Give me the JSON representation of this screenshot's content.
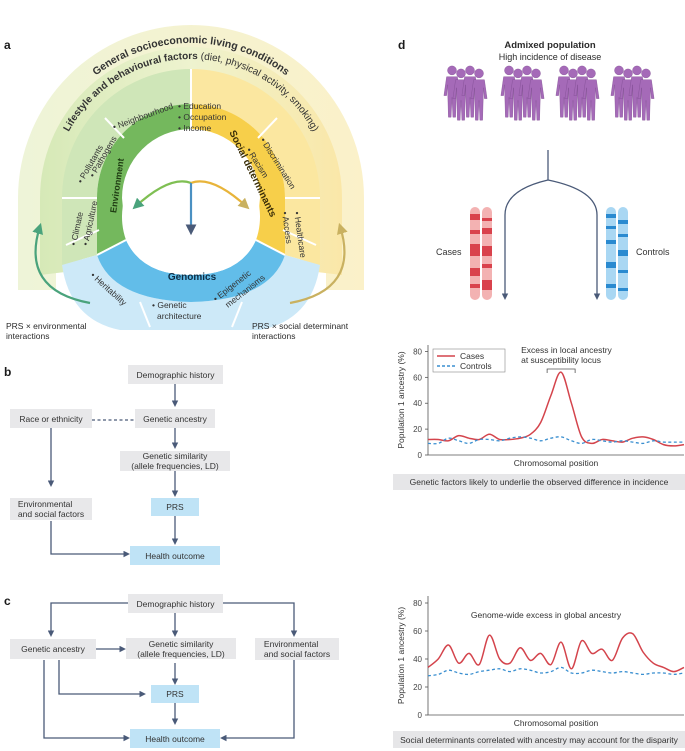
{
  "panels": {
    "a": "a",
    "b": "b",
    "c": "c",
    "d": "d"
  },
  "a": {
    "ring_outer": "General socioeconomic living conditions",
    "ring_lifestyle_bold": "Lifestyle and behavioural factors",
    "ring_lifestyle_rest": "(diet, physical activity, smoking)",
    "environment": "Environment",
    "social_determinants": "Social determinants",
    "genomics": "Genomics",
    "env_items": {
      "neighbourhood": "Neighbourhood",
      "pollutants": "Pollutants",
      "pathogens": "Pathogens",
      "climate": "Climate",
      "agriculture": "Agriculture"
    },
    "social_items": {
      "education": "Education",
      "occupation": "Occupation",
      "income": "Income",
      "discrimination": "Discrimination",
      "racism": "Racism",
      "healthcare": "Healthcare",
      "access": "Access"
    },
    "genomics_items": {
      "heritability": "Heritability",
      "genetic": "Genetic",
      "architecture": "architecture",
      "epigenetic": "Epigenetic",
      "mechanisms": "mechanisms"
    },
    "left_note_1": "PRS × environmental",
    "left_note_2": "interactions",
    "right_note_1": "PRS × social determinant",
    "right_note_2": "interactions"
  },
  "b": {
    "demographic_history": "Demographic history",
    "race_or_ethnicity": "Race or ethnicity",
    "genetic_ancestry": "Genetic ancestry",
    "genetic_similarity_1": "Genetic similarity",
    "genetic_similarity_2": "(allele frequencies, LD)",
    "env_social_1": "Environmental",
    "env_social_2": "and social factors",
    "prs": "PRS",
    "health_outcome": "Health outcome"
  },
  "c": {
    "demographic_history": "Demographic history",
    "genetic_ancestry": "Genetic ancestry",
    "genetic_similarity_1": "Genetic similarity",
    "genetic_similarity_2": "(allele frequencies, LD)",
    "env_social_1": "Environmental",
    "env_social_2": "and social factors",
    "prs": "PRS",
    "health_outcome": "Health outcome"
  },
  "d": {
    "population_title": "Admixed population",
    "population_subtitle": "High incidence of disease",
    "cases": "Cases",
    "controls": "Controls",
    "caption_1": "Genetic factors likely to underlie the observed difference in incidence",
    "caption_2": "Social determinants correlated with ancestry may account for the disparity"
  },
  "colors": {
    "cases": "#d4444c",
    "controls": "#3a8fd0",
    "environment": "#5fae4f",
    "social": "#f4c430",
    "genomics": "#5bbbe9",
    "figure": "#a56ab8",
    "arrow": "#4a5a78"
  },
  "chart_data": [
    {
      "type": "line",
      "title": "",
      "xlabel": "Chromosomal position",
      "ylabel": "Population 1 ancestry (%)",
      "ylim": [
        0,
        85
      ],
      "yticks": [
        0,
        20,
        40,
        60,
        80
      ],
      "grid": false,
      "legend_position": "top-left",
      "annotation": [
        "Excess in local ancestry",
        "at susceptibility locus"
      ],
      "x": [
        0,
        4,
        8,
        12,
        16,
        20,
        24,
        28,
        32,
        36,
        40,
        44,
        48,
        52,
        56,
        60,
        64,
        68,
        72,
        76,
        80,
        84,
        88,
        92,
        96,
        100
      ],
      "series": [
        {
          "name": "Cases",
          "values": [
            12,
            12,
            11,
            15,
            13,
            12,
            16,
            12,
            12,
            13,
            16,
            25,
            46,
            64,
            40,
            14,
            9,
            12,
            11,
            10,
            13,
            14,
            12,
            8,
            7,
            8
          ]
        },
        {
          "name": "Controls",
          "values": [
            9,
            9,
            13,
            11,
            9,
            12,
            12,
            11,
            13,
            14,
            13,
            11,
            13,
            14,
            11,
            9,
            12,
            11,
            10,
            11,
            10,
            9,
            11,
            10,
            10,
            10
          ]
        }
      ]
    },
    {
      "type": "line",
      "title": "",
      "xlabel": "Chromosomal position",
      "ylabel": "Population 1 ancestry (%)",
      "ylim": [
        0,
        85
      ],
      "yticks": [
        0,
        20,
        40,
        60,
        80
      ],
      "grid": false,
      "annotation": [
        "Genome-wide excess in global ancestry"
      ],
      "x": [
        0,
        4,
        8,
        12,
        16,
        20,
        24,
        28,
        32,
        36,
        40,
        44,
        48,
        52,
        56,
        60,
        64,
        68,
        72,
        76,
        80,
        84,
        88,
        92,
        96,
        100
      ],
      "series": [
        {
          "name": "Cases",
          "values": [
            34,
            40,
            50,
            37,
            44,
            36,
            57,
            40,
            37,
            48,
            39,
            44,
            36,
            52,
            33,
            53,
            44,
            47,
            39,
            55,
            58,
            45,
            37,
            34,
            31,
            34
          ]
        },
        {
          "name": "Controls",
          "values": [
            28,
            29,
            32,
            30,
            29,
            31,
            32,
            33,
            31,
            33,
            32,
            30,
            31,
            34,
            30,
            30,
            32,
            31,
            30,
            31,
            30,
            29,
            30,
            30,
            29,
            30
          ]
        }
      ]
    }
  ]
}
